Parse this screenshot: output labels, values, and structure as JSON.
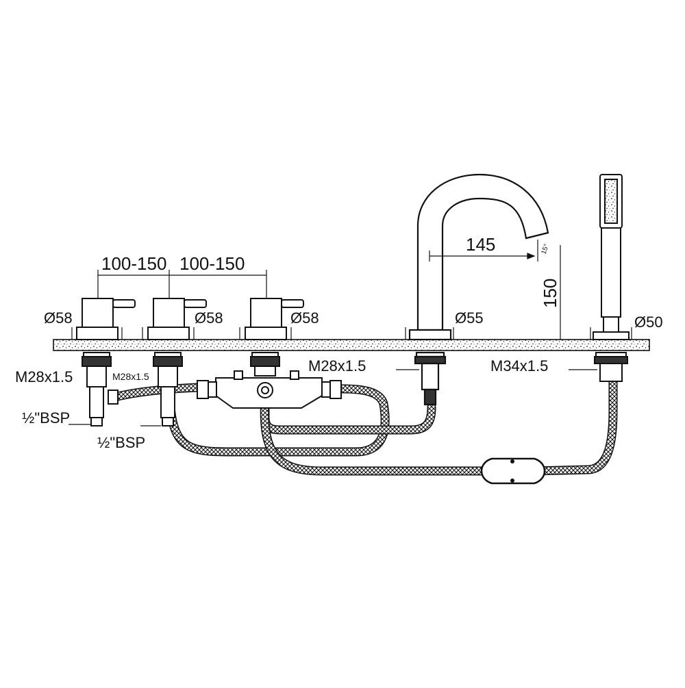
{
  "diagram": {
    "colors": {
      "line": "#111111",
      "background": "#ffffff",
      "counter": "#f2f2f2"
    },
    "labels": {
      "spacing_1": "100-150",
      "spacing_2": "100-150",
      "dia_1": "Ø58",
      "dia_2": "Ø58",
      "dia_3": "Ø58",
      "dia_spout": "Ø55",
      "dia_shower": "Ø50",
      "spout_reach": "145",
      "spout_height": "150",
      "spout_angle": "15°",
      "thread_1": "M28x1.5",
      "thread_2": "M28x1.5",
      "thread_spout": "M28x1.5",
      "thread_shower": "M34x1.5",
      "bsp_1": "½\"BSP",
      "bsp_2": "½\"BSP"
    }
  }
}
